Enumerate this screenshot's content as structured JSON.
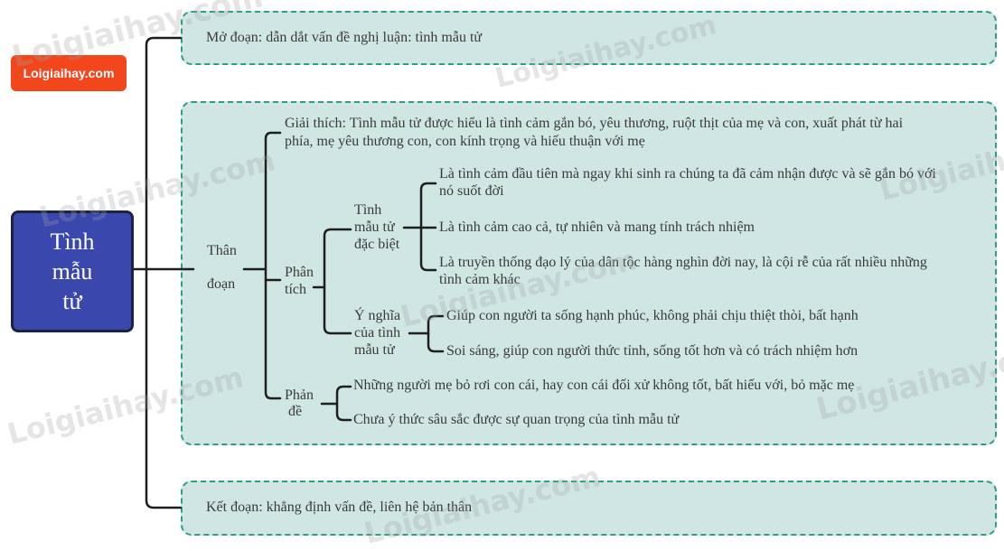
{
  "logo": "Loigiaihay.com",
  "watermark": "Loigiaihay.com",
  "root": {
    "lines": [
      "Tình",
      "mẫu",
      "tử"
    ]
  },
  "intro": "Mở đoạn: dẫn dắt vấn đề nghị luận: tình mẫu tử",
  "body": {
    "label": [
      "Thân",
      "đoạn"
    ],
    "explain": [
      "Giải thích: Tình mẫu tử được hiểu là tình cảm gắn bó, yêu thương, ruột thịt của mẹ và con, xuất phát từ hai",
      "phía, mẹ yêu thương con, con kính trọng và hiếu thuận với mẹ"
    ],
    "analysis": {
      "label": [
        "Phân",
        "tích"
      ],
      "special": {
        "label": [
          "Tình",
          "mẫu tử",
          "đặc biệt"
        ],
        "items": [
          [
            "Là tình cảm đầu tiên mà ngay khi sinh ra chúng ta đã cảm nhận được và sẽ gắn bó với",
            "nó suốt đời"
          ],
          [
            "Là tình cảm cao cả, tự nhiên và mang tính trách nhiệm"
          ],
          [
            "Là truyền thống đạo lý của dân tộc hàng nghìn đời nay, là cội rễ của rất nhiều những",
            "tình cảm khác"
          ]
        ]
      },
      "meaning": {
        "label": [
          "Ý nghĩa",
          "của tình",
          "mẫu tử"
        ],
        "items": [
          "Giúp con người ta sống hạnh phúc, không phải chịu thiệt thòi, bất hạnh",
          "Soi sáng, giúp con người thức tỉnh, sống tốt hơn và có trách nhiệm hơn"
        ]
      }
    },
    "counter": {
      "label": [
        "Phản",
        "đề"
      ],
      "items": [
        "Những người mẹ bỏ rơi con cái, hay con cái đối xử không tốt, bất hiếu với, bỏ mặc mẹ",
        "Chưa ý thức sâu sắc được sự quan trọng của tình mẫu tử"
      ]
    }
  },
  "conclusion": "Kết đoạn: khẳng định vấn đề, liên hệ bản thân",
  "colors": {
    "box_bg": "#cfe6e3",
    "box_border": "#2e9e86",
    "root_bg": "#3a48ae",
    "logo_bg": "#f2461c",
    "line": "#1e1e1e"
  }
}
